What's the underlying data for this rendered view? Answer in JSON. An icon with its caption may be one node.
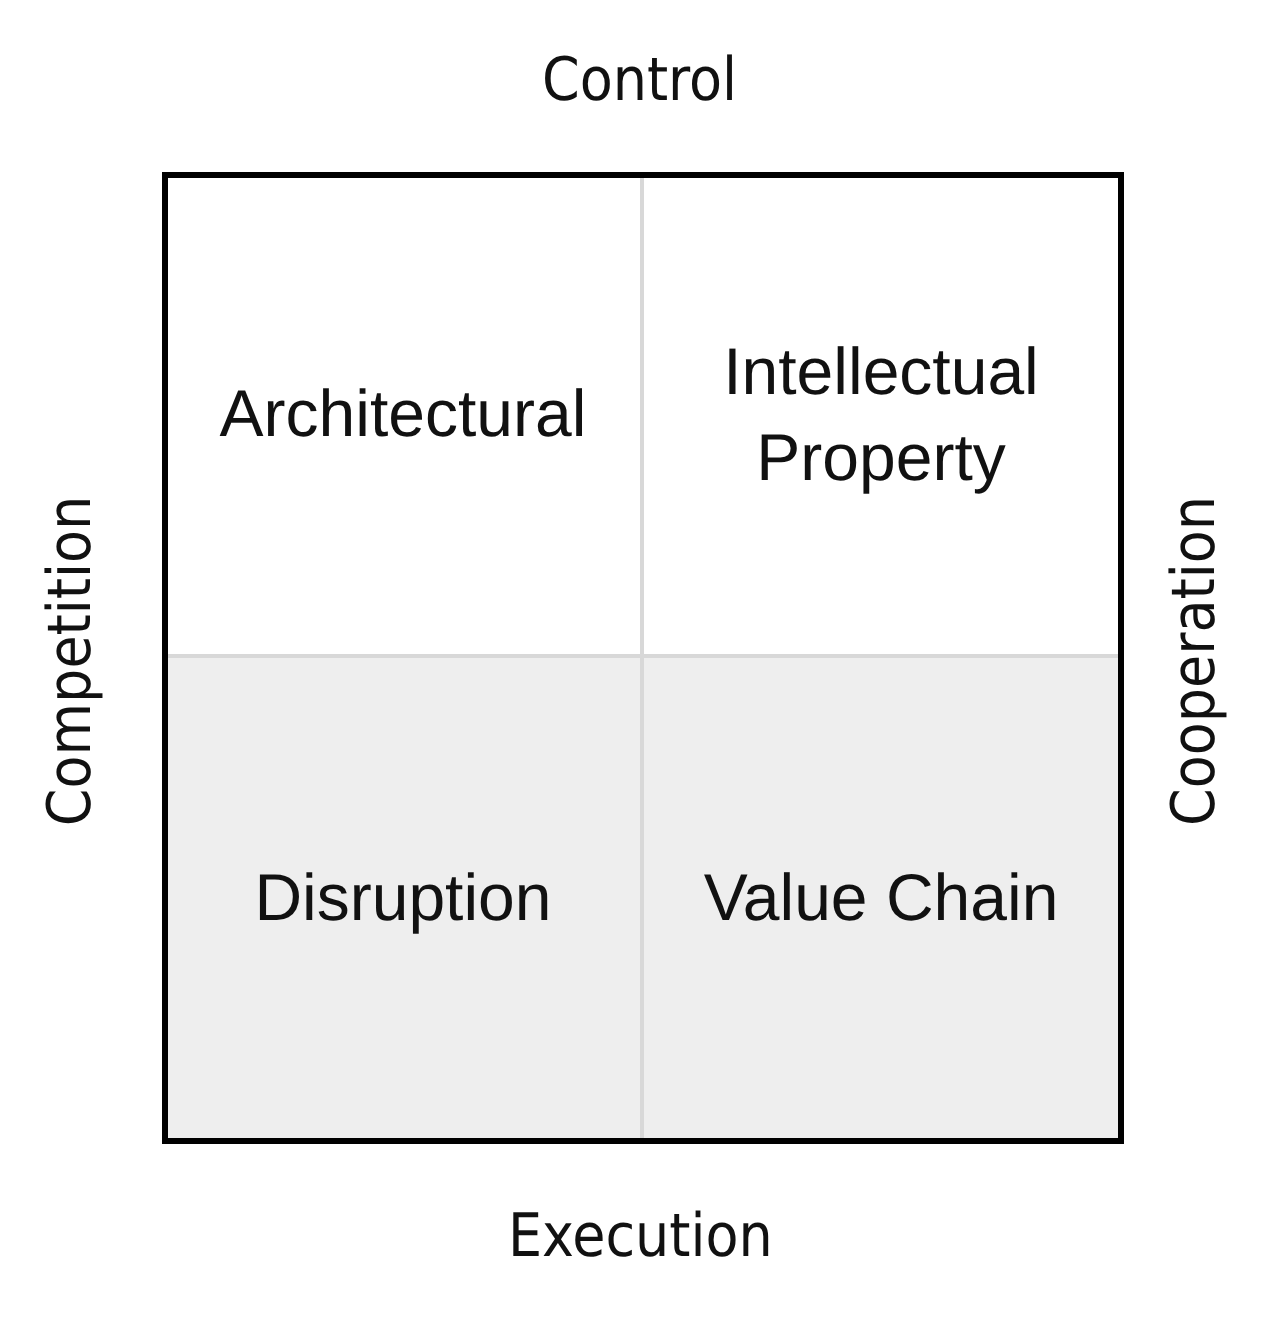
{
  "diagram": {
    "nodes": [
      {
        "text": [
          "Architectural"
        ]
      },
      {
        "text": [
          "Intellectual Property"
        ]
      },
      {
        "text": [
          "Disruption"
        ]
      },
      {
        "text": [
          "Value Chain"
        ]
      }
    ],
    "labels": [
      "Control",
      "Competition",
      "Cooperation",
      "Execution"
    ]
  }
}
